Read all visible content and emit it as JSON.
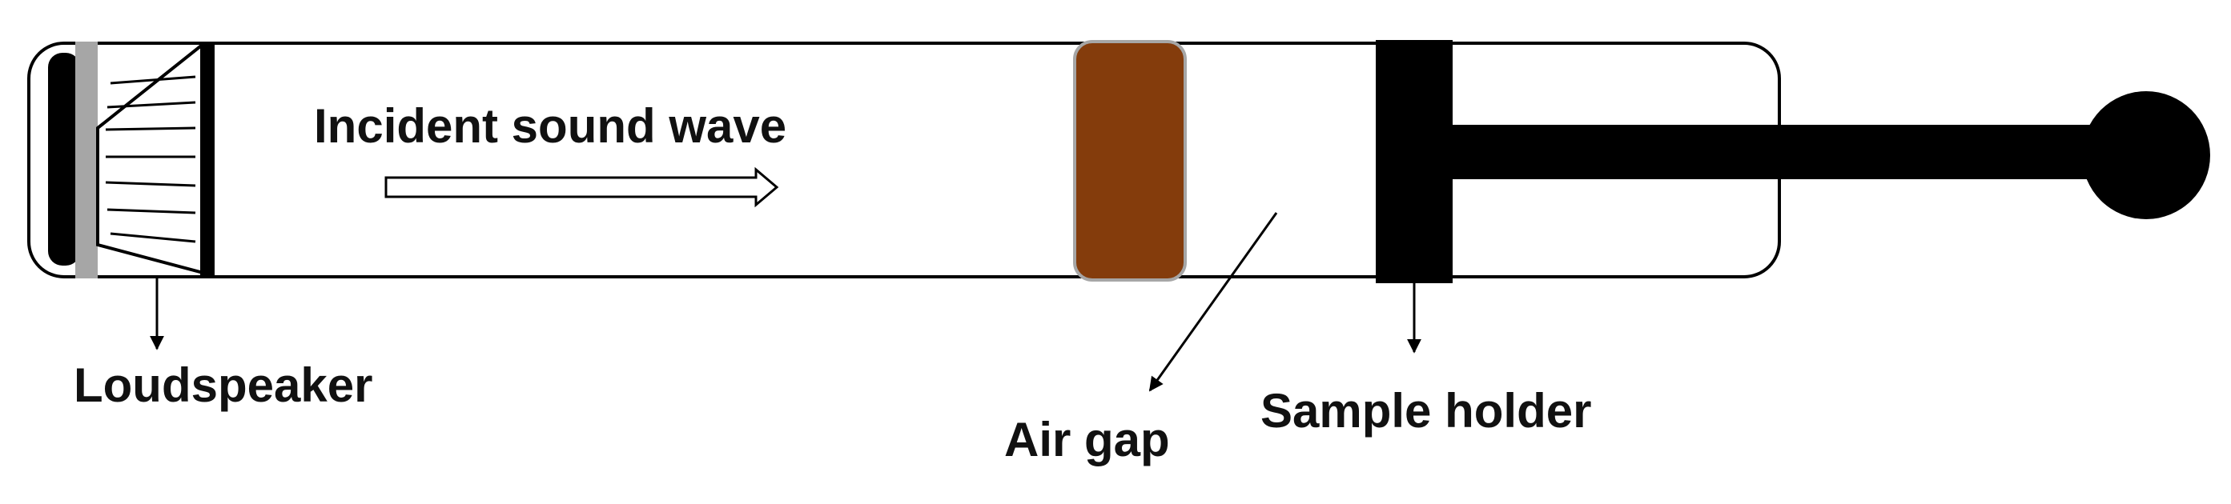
{
  "labels": {
    "incident": "Incident sound wave",
    "loudspeaker": "Loudspeaker",
    "air_gap": "Air gap",
    "sample_holder": "Sample holder"
  },
  "colors": {
    "sample": "#843c0c",
    "outline": "#000000",
    "gasket": "#a6a6a6",
    "background": "#ffffff"
  }
}
